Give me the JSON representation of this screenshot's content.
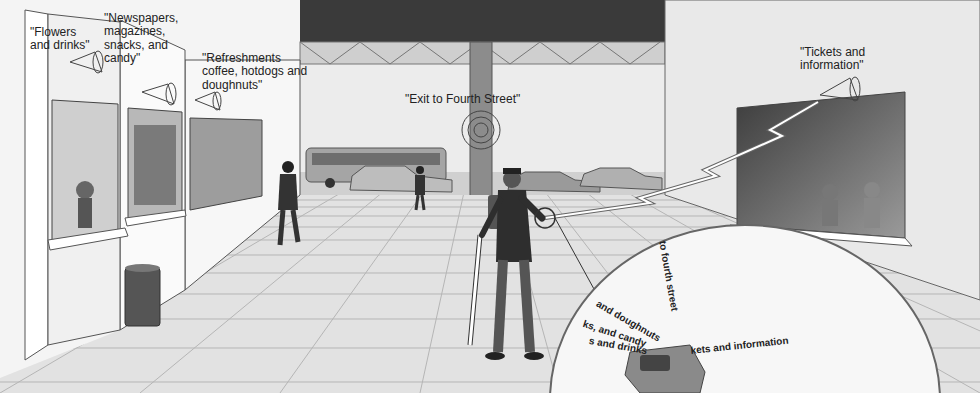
{
  "diagram": {
    "labels": [
      "\"Flowers and drinks\"",
      "\"Newspapers, magazines, snacks, and candy\"",
      "\"Refreshments coffee, hotdogs and doughnuts\"",
      "\"Exit to Fourth Street\"",
      "\"Tickets and information\"",
      "to fourth street",
      "and doughnuts",
      "ks, and candy",
      "s and drinks",
      "kets and information"
    ]
  }
}
